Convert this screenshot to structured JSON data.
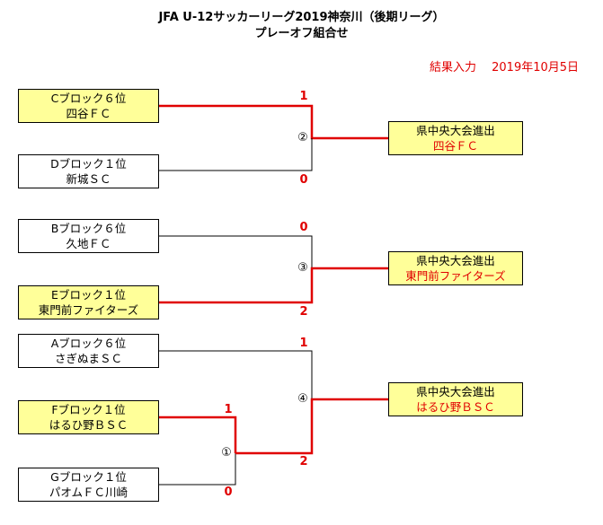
{
  "header": {
    "title_line1": "JFA U-12サッカーリーグ2019神奈川（後期リーグ）",
    "title_line2": "プレーオフ組合せ",
    "result_text": "結果入力　 2019年10月5日"
  },
  "colors": {
    "win_line": "#e00000",
    "highlight_fill": "#ffff99",
    "text_red": "#e00000"
  },
  "matches": [
    {
      "number": "②",
      "teams": [
        {
          "block": "Cブロック６位",
          "name": "四谷ＦＣ",
          "score": "1",
          "winner": true
        },
        {
          "block": "Dブロック１位",
          "name": "新城ＳＣ",
          "score": "0",
          "winner": false
        }
      ],
      "result": {
        "label": "県中央大会進出",
        "team": "四谷ＦＣ"
      }
    },
    {
      "number": "③",
      "teams": [
        {
          "block": "Bブロック６位",
          "name": "久地ＦＣ",
          "score": "0",
          "winner": false
        },
        {
          "block": "Eブロック１位",
          "name": "東門前ファイターズ",
          "score": "2",
          "winner": true
        }
      ],
      "result": {
        "label": "県中央大会進出",
        "team": "東門前ファイターズ"
      }
    },
    {
      "number": "④",
      "teams": [
        {
          "block": "Aブロック６位",
          "name": "さぎぬまＳＣ",
          "score": "1",
          "winner": false
        },
        {
          "block": "",
          "name": "",
          "score": "2",
          "winner": true
        }
      ],
      "result": {
        "label": "県中央大会進出",
        "team": "はるひ野ＢＳＣ"
      }
    },
    {
      "number": "①",
      "teams": [
        {
          "block": "Fブロック１位",
          "name": "はるひ野ＢＳＣ",
          "score": "1",
          "winner": true
        },
        {
          "block": "Gブロック１位",
          "name": "パオムＦＣ川崎",
          "score": "0",
          "winner": false
        }
      ]
    }
  ]
}
